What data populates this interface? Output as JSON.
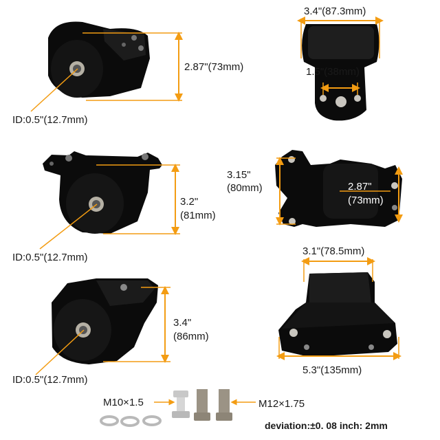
{
  "colors": {
    "background": "#ffffff",
    "part": "#0b0b0b",
    "part_highlight": "#2a2a2a",
    "dimension_line": "#f39c12",
    "text": "#1a1a1a",
    "bushing": "#b5b0a4"
  },
  "labels": {
    "top_left_height": "2.87\"(73mm)",
    "top_left_id": "ID:0.5\"(12.7mm)",
    "top_right_width": "3.4\"(87.3mm)",
    "top_right_spacing": "1.5\"(38mm)",
    "mid_left_height_line1": "3.2\"",
    "mid_left_height_line2": "(81mm)",
    "mid_left_id": "ID:0.5\"(12.7mm)",
    "mid_right_height_line1": "3.15\"",
    "mid_right_height_line2": "(80mm)",
    "mid_right_width_line1": "2.87\"",
    "mid_right_width_line2": "(73mm)",
    "bottom_left_height_line1": "3.4\"",
    "bottom_left_height_line2": "(86mm)",
    "bottom_left_id": "ID:0.5\"(12.7mm)",
    "bottom_right_top": "3.1\"(78.5mm)",
    "bottom_right_bottom": "5.3\"(135mm)",
    "bolt_m10": "M10×1.5",
    "bolt_m12": "M12×1.75",
    "deviation": "deviation:±0. 08 inch: 2mm"
  }
}
